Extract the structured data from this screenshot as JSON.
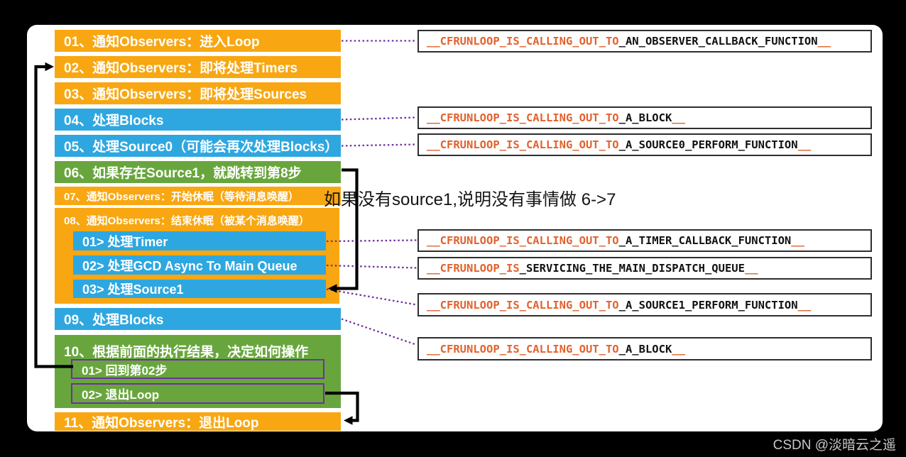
{
  "colors": {
    "background": "#000000",
    "panel": "#ffffff",
    "step_orange": "#F8A712",
    "step_blue": "#2EA7E0",
    "step_green": "#68A63D",
    "purple_accent": "#7030A0",
    "callback_orange": "#E2622D",
    "callback_black": "#111111"
  },
  "steps": [
    {
      "label": "01、通知Observers：进入Loop",
      "color": "orange"
    },
    {
      "label": "02、通知Observers：即将处理Timers",
      "color": "orange"
    },
    {
      "label": "03、通知Observers：即将处理Sources",
      "color": "orange"
    },
    {
      "label": "04、处理Blocks",
      "color": "blue"
    },
    {
      "label": "05、处理Source0（可能会再次处理Blocks）",
      "color": "blue"
    },
    {
      "label": "06、如果存在Source1，就跳转到第8步",
      "color": "green"
    },
    {
      "label": "07、通知Observers：开始休眠（等待消息唤醒）",
      "color": "orange"
    },
    {
      "label": "08、通知Observers：结束休眠（被某个消息唤醒）",
      "color": "orange",
      "children": [
        {
          "label": "01>  处理Timer"
        },
        {
          "label": "02>  处理GCD Async To Main Queue"
        },
        {
          "label": "03>  处理Source1"
        }
      ]
    },
    {
      "label": "09、处理Blocks",
      "color": "blue"
    },
    {
      "label": "10、根据前面的执行结果，决定如何操作",
      "color": "green",
      "children": [
        {
          "label": "01>  回到第02步"
        },
        {
          "label": "02>  退出Loop"
        }
      ]
    },
    {
      "label": "11、通知Observers：退出Loop",
      "color": "orange"
    }
  ],
  "callbacks": [
    {
      "prefix": "__CFRUNLOOP_IS_CALLING_OUT_TO",
      "core": "_AN_OBSERVER_CALLBACK_FUNCTION",
      "suffix": "__"
    },
    {
      "prefix": "__CFRUNLOOP_IS_CALLING_OUT_TO",
      "core": "_A_BLOCK",
      "suffix": "__"
    },
    {
      "prefix": "__CFRUNLOOP_IS_CALLING_OUT_TO",
      "core": "_A_SOURCE0_PERFORM_FUNCTION",
      "suffix": "__"
    },
    {
      "prefix": "__CFRUNLOOP_IS_CALLING_OUT_TO",
      "core": "_A_TIMER_CALLBACK_FUNCTION",
      "suffix": "__"
    },
    {
      "prefix": "__CFRUNLOOP_IS",
      "core": "_SERVICING_THE_MAIN_DISPATCH_QUEUE",
      "suffix": "__"
    },
    {
      "prefix": "__CFRUNLOOP_IS_CALLING_OUT_TO",
      "core": "_A_SOURCE1_PERFORM_FUNCTION",
      "suffix": "__"
    },
    {
      "prefix": "__CFRUNLOOP_IS_CALLING_OUT_TO",
      "core": "_A_BLOCK",
      "suffix": "__"
    }
  ],
  "annotation": "如果没有source1,说明没有事情做 6->7",
  "watermark": "CSDN @淡暗云之遥"
}
